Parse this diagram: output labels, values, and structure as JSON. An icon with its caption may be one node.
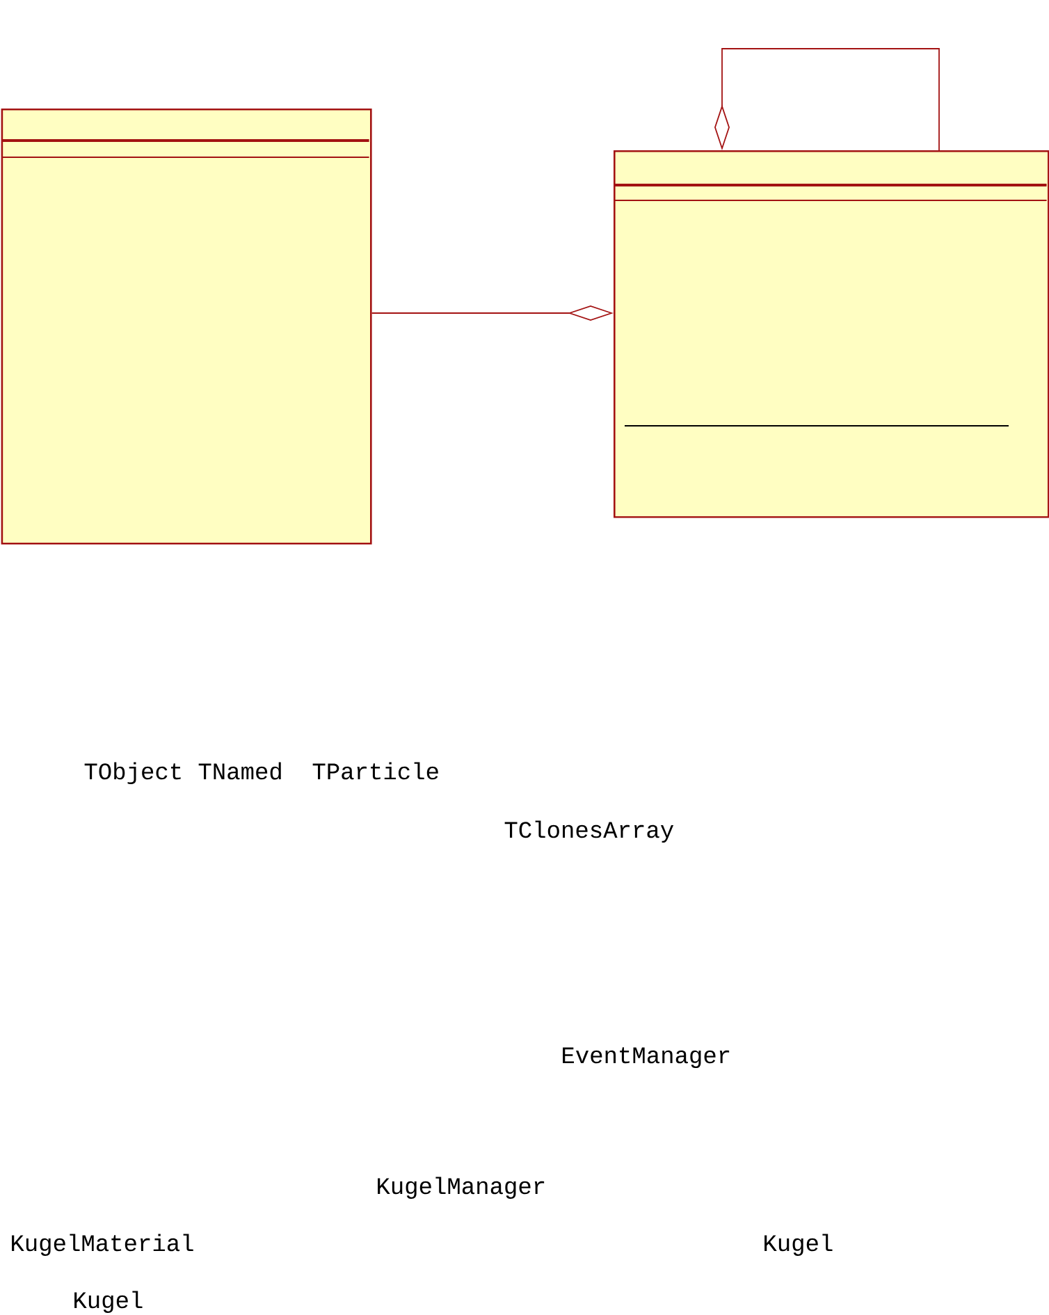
{
  "diagram": {
    "nodes": [
      {
        "text": [],
        "shape": "box"
      },
      {
        "text": [],
        "shape": "box"
      }
    ],
    "edges": [
      {
        "from": 0,
        "to": 1,
        "arrow": "other"
      },
      {
        "from": 1,
        "to": 1,
        "arrow": "other"
      }
    ],
    "labels": [
      "TObject",
      "TNamed",
      "TParticle",
      "TClonesArray",
      "EventManager",
      "KugelManager",
      "KugelMaterial",
      "Kugel",
      "Kugel"
    ]
  }
}
